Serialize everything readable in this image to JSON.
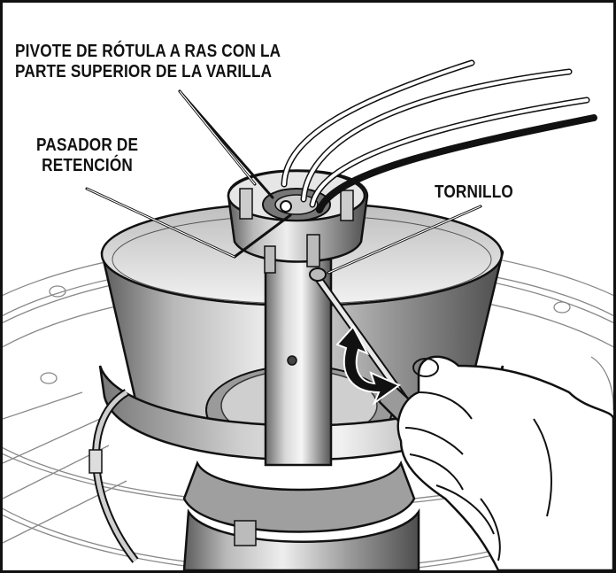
{
  "labels": {
    "pivot_line1": "PIVOTE DE RÓTULA A RAS CON LA",
    "pivot_line2": "PARTE SUPERIOR DE LA VARILLA",
    "pin_line1": "PASADOR DE",
    "pin_line2": "RETENCIÓN",
    "screw": "TORNILLO"
  },
  "colors": {
    "line": "#111111",
    "metal_dark": "#6e6e6e",
    "metal_mid": "#a9a9a9",
    "metal_light": "#e2e2e2",
    "skin": "#ffffff"
  }
}
